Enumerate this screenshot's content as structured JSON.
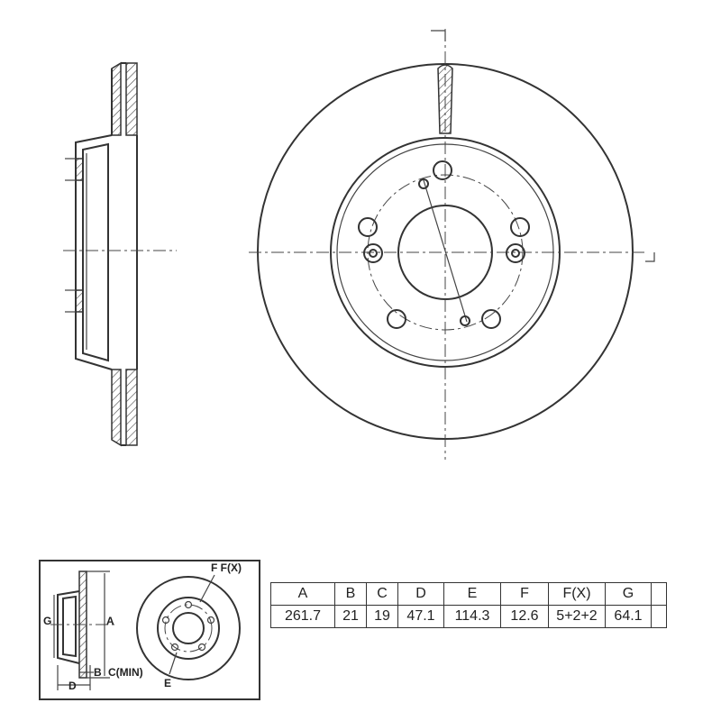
{
  "legend": {
    "labels": {
      "a": "A",
      "b": "B",
      "c": "C(MIN)",
      "d": "D",
      "e": "E",
      "f": "F F(X)",
      "g": "G"
    }
  },
  "spec_table": {
    "headers": [
      "A",
      "B",
      "C",
      "D",
      "E",
      "F",
      "F(X)",
      "G",
      ""
    ],
    "values": [
      "261.7",
      "21",
      "19",
      "47.1",
      "114.3",
      "12.6",
      "5+2+2",
      "64.1",
      ""
    ]
  }
}
